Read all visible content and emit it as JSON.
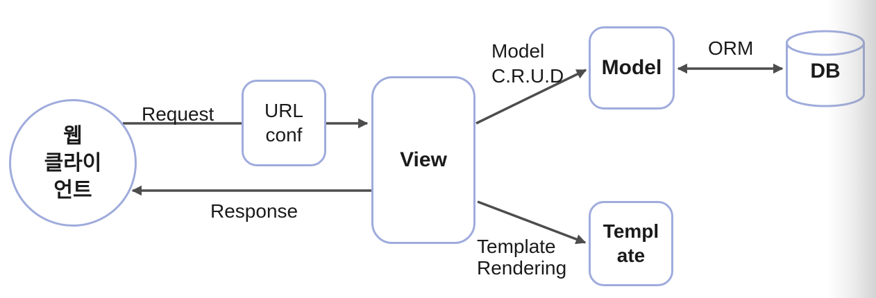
{
  "diagram_subject": "web-mvt-architecture",
  "colors": {
    "node_border": "#9fabdc",
    "arrow": "#4d4d4d",
    "text": "#1a1a1a",
    "background": "#ffffff",
    "right_edge_shade": "#d8d8d8"
  },
  "nodes": {
    "client": {
      "label": "웹\n클라이\n언트",
      "shape": "circle"
    },
    "urlconf": {
      "label": "URL\nconf",
      "shape": "rounded-rect"
    },
    "view": {
      "label": "View",
      "shape": "rounded-rect"
    },
    "model": {
      "label": "Model",
      "shape": "rounded-rect"
    },
    "template": {
      "label": "Templ\nate",
      "shape": "rounded-rect"
    },
    "db": {
      "label": "DB",
      "shape": "cylinder"
    }
  },
  "edge_labels": {
    "request": "Request",
    "response": "Response",
    "model_crud": "Model\nC.R.U.D",
    "orm": "ORM",
    "template_rendering": "Template\nRendering"
  }
}
